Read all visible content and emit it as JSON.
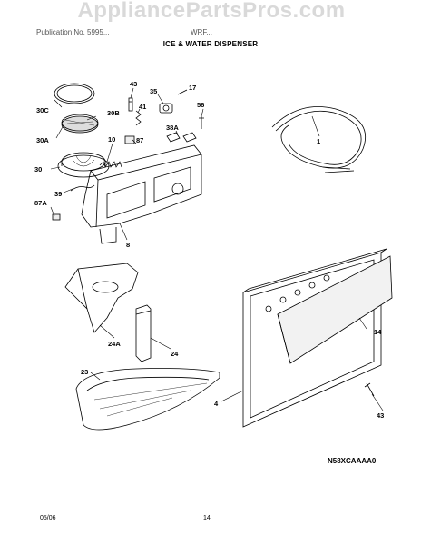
{
  "watermark": "AppliancePartsPros.com",
  "header": {
    "left_text": "Publication No. 5995...",
    "right_text": "WRF...",
    "title": "ICE & WATER DISPENSER"
  },
  "part_labels": {
    "p43a": "43",
    "p35": "35",
    "p17": "17",
    "p30C": "30C",
    "p30B": "30B",
    "p41": "41",
    "p56": "56",
    "p30A": "30A",
    "p10": "10",
    "p87": "87",
    "p38A": "38A",
    "p1": "1",
    "p30": "30",
    "p39": "39",
    "p87A": "87A",
    "p8": "8",
    "p24A": "24A",
    "p24": "24",
    "p14": "14",
    "p23": "23",
    "p4": "4",
    "p43b": "43"
  },
  "diagram_code": "N58XCAAAA0",
  "footer": {
    "date": "05/06",
    "page": "14"
  }
}
